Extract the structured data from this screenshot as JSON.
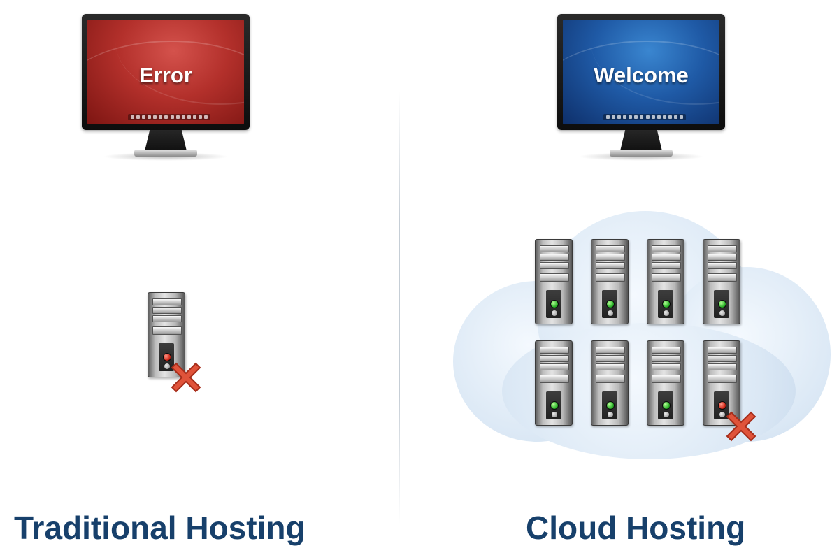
{
  "left": {
    "screen_text": "Error",
    "caption": "Traditional Hosting",
    "servers": [
      {
        "status": "failed"
      }
    ]
  },
  "right": {
    "screen_text": "Welcome",
    "caption": "Cloud Hosting",
    "servers": [
      {
        "status": "ok"
      },
      {
        "status": "ok"
      },
      {
        "status": "ok"
      },
      {
        "status": "ok"
      },
      {
        "status": "ok"
      },
      {
        "status": "ok"
      },
      {
        "status": "ok"
      },
      {
        "status": "failed"
      }
    ]
  },
  "colors": {
    "error_screen": "#b3302b",
    "welcome_screen": "#1f5aa6",
    "caption_text": "#17406b",
    "cloud": "#dbe8f5",
    "failure_mark": "#e0533a"
  }
}
